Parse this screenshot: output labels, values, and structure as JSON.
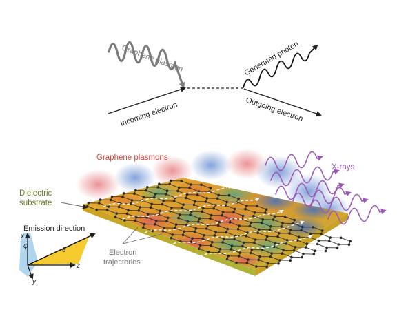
{
  "top_diagram": {
    "graphene_plasmon_label": "Graphene plasmon",
    "incoming_electron_label": "Incoming electron",
    "generated_photon_label": "Generated photon",
    "outgoing_electron_label": "Outgoing electron"
  },
  "bottom_diagram": {
    "graphene_plasmons_label": "Graphene plasmons",
    "xrays_label": "X-rays",
    "dielectric_label_line1": "Dielectric",
    "dielectric_label_line2": "substrate",
    "emission_direction_label": "Emission direction",
    "electron_label_line1": "Electron",
    "electron_label_line2": "trajectories"
  },
  "axes": {
    "x_label": "x",
    "y_label": "y",
    "z_label": "z",
    "phi_label": "φ",
    "theta_label": "θ"
  },
  "colors": {
    "plasmon_red": "#d2453f",
    "plasmon_blue": "#3f6fc4",
    "xray_purple": "#9b58b6",
    "substrate_gold": "#e2b92a",
    "lattice_dark": "#2b2b2b",
    "emission_yellow": "#f5c518"
  }
}
